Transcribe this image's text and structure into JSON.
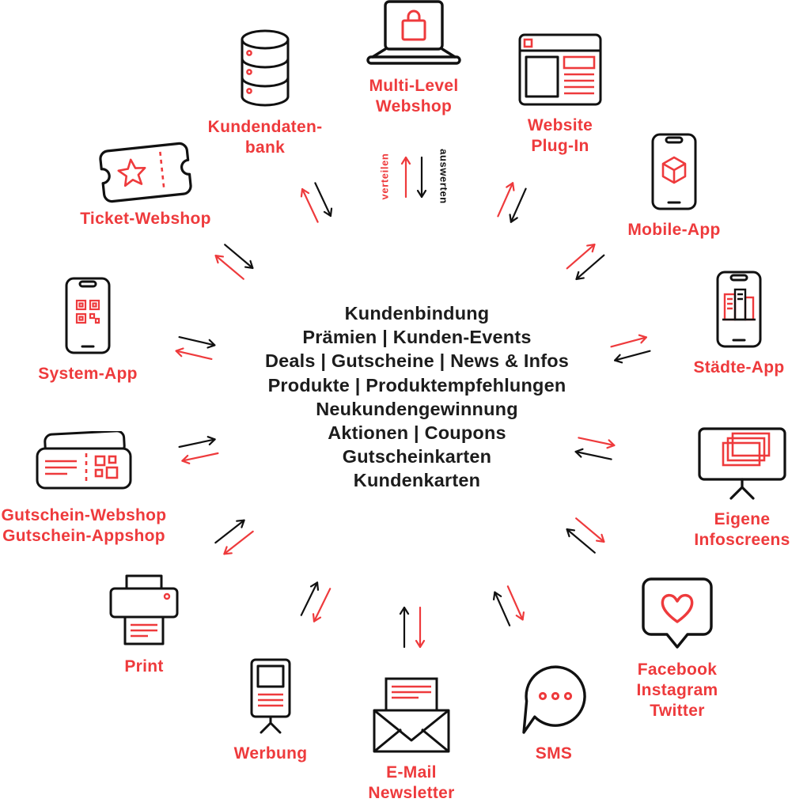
{
  "colors": {
    "accent": "#ee3a3c",
    "ink": "#111111"
  },
  "center": {
    "lines": [
      "Kundenbindung",
      "Prämien | Kunden-Events",
      "Deals | Gutscheine | News & Infos",
      "Produkte | Produktempfehlungen",
      "Neukundengewinnung",
      "Aktionen | Coupons",
      "Gutscheinkarten",
      "Kundenkarten"
    ]
  },
  "flow": {
    "distribute_label": "verteilen",
    "evaluate_label": "auswerten"
  },
  "nodes": [
    {
      "id": "kundendatenbank",
      "icon": "database-icon",
      "label": "Kundendaten-\nbank"
    },
    {
      "id": "multi-level-webshop",
      "icon": "laptop-shop-icon",
      "label": "Multi-Level\nWebshop"
    },
    {
      "id": "website-plugin",
      "icon": "browser-window-icon",
      "label": "Website\nPlug-In"
    },
    {
      "id": "mobile-app",
      "icon": "smartphone-cube-icon",
      "label": "Mobile-App"
    },
    {
      "id": "staedte-app",
      "icon": "smartphone-city-icon",
      "label": "Städte-App"
    },
    {
      "id": "eigene-infoscreens",
      "icon": "infoscreen-monitor-icon",
      "label": "Eigene\nInfoscreens"
    },
    {
      "id": "social-media",
      "icon": "speech-bubble-heart-icon",
      "label": "Facebook\nInstagram\nTwitter"
    },
    {
      "id": "sms",
      "icon": "speech-bubble-dots-icon",
      "label": "SMS"
    },
    {
      "id": "email-newsletter",
      "icon": "envelope-letter-icon",
      "label": "E-Mail\nNewsletter"
    },
    {
      "id": "werbung",
      "icon": "ad-display-icon",
      "label": "Werbung"
    },
    {
      "id": "print",
      "icon": "printer-icon",
      "label": "Print"
    },
    {
      "id": "gutschein-shops",
      "icon": "voucher-qr-icon",
      "label": "Gutschein-Webshop\nGutschein-Appshop"
    },
    {
      "id": "system-app",
      "icon": "smartphone-qr-icon",
      "label": "System-App"
    },
    {
      "id": "ticket-webshop",
      "icon": "ticket-star-icon",
      "label": "Ticket-Webshop"
    }
  ]
}
